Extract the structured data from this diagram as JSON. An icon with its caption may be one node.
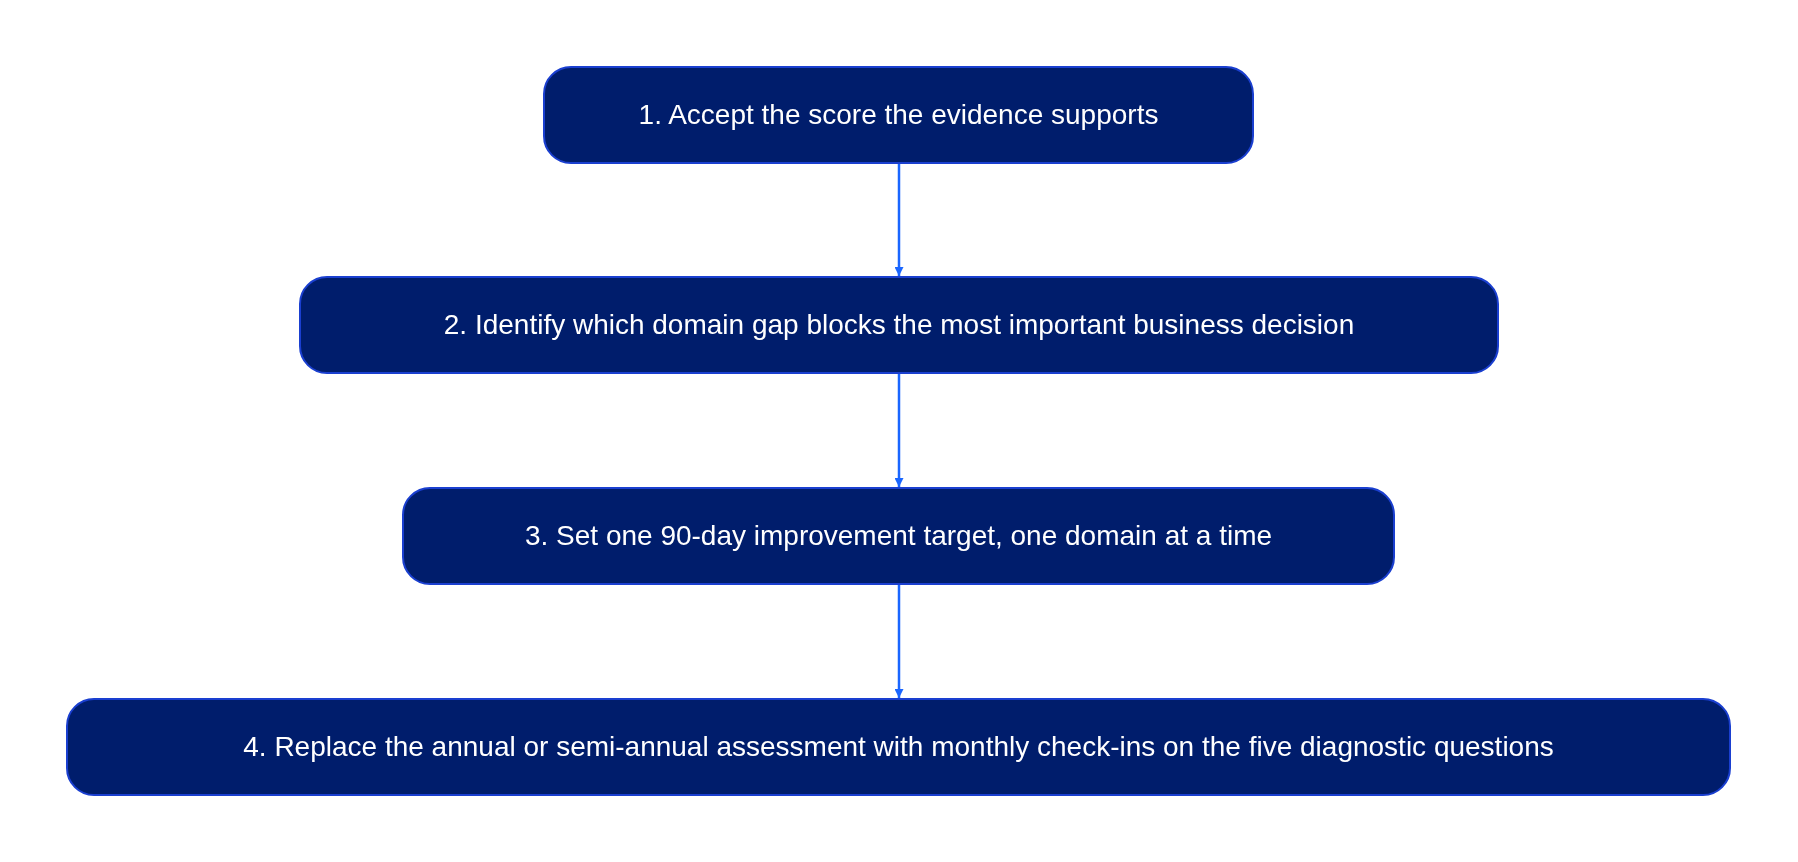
{
  "diagram": {
    "nodes": [
      {
        "text": [
          "1. Accept the score the evidence supports"
        ]
      },
      {
        "text": [
          "2. Identify which domain gap blocks the most important business decision"
        ]
      },
      {
        "text": [
          "3. Set one 90-day improvement target, one domain at a time"
        ]
      },
      {
        "text": [
          "4. Replace the annual or semi-annual assessment with monthly check-ins on the five diagnostic questions"
        ]
      }
    ],
    "edges": [
      {
        "from": 0,
        "to": 1,
        "arrow": "to"
      },
      {
        "from": 1,
        "to": 2,
        "arrow": "to"
      },
      {
        "from": 2,
        "to": 3,
        "arrow": "to"
      }
    ]
  }
}
